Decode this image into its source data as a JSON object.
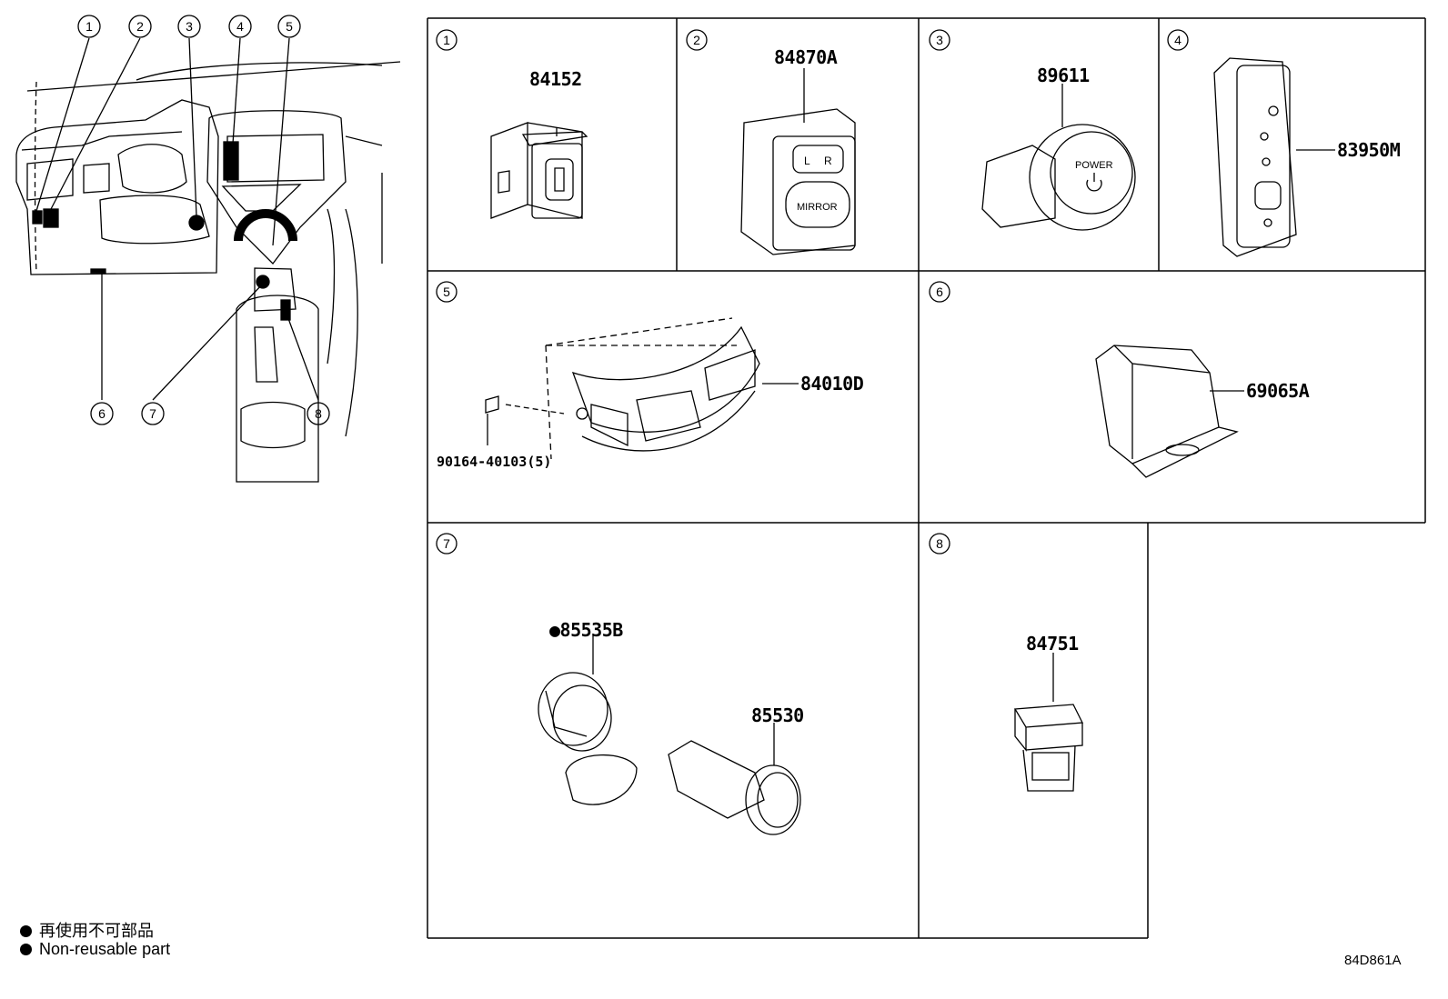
{
  "overview": {
    "callouts": [
      "1",
      "2",
      "3",
      "4",
      "5",
      "6",
      "7",
      "8"
    ]
  },
  "panels": [
    {
      "num": "1",
      "parts": [
        "84152"
      ]
    },
    {
      "num": "2",
      "parts": [
        "84870A"
      ]
    },
    {
      "num": "3",
      "parts": [
        "89611"
      ],
      "labels": [
        "POWER"
      ]
    },
    {
      "num": "4",
      "parts": [
        "83950M"
      ]
    },
    {
      "num": "5",
      "parts": [
        "84010D",
        "90164-40103(5)"
      ]
    },
    {
      "num": "6",
      "parts": [
        "69065A"
      ]
    },
    {
      "num": "7",
      "parts": [
        "●85535B",
        "85530"
      ]
    },
    {
      "num": "8",
      "parts": [
        "84751"
      ]
    }
  ],
  "switch_labels": {
    "mirror": "MIRROR",
    "left": "L",
    "right": "R"
  },
  "legend": {
    "japanese": "再使用不可部品",
    "english": "Non-reusable part"
  },
  "reference_code": "84D861A"
}
